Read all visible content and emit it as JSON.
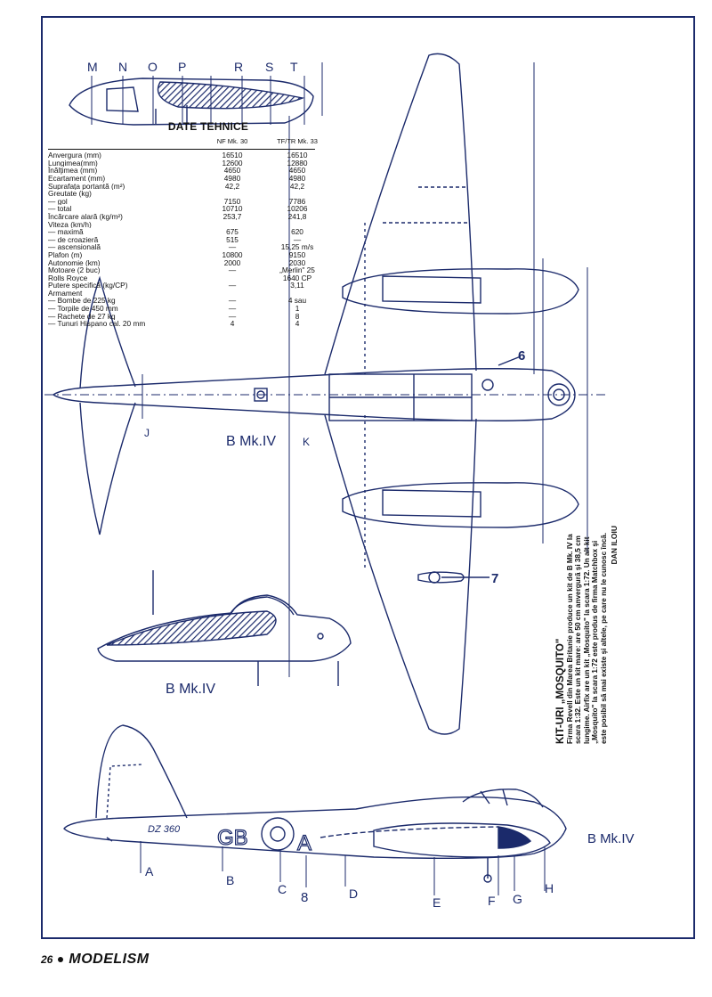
{
  "station_letters_top": [
    "M",
    "N",
    "O",
    "P",
    "R",
    "S",
    "T"
  ],
  "station_letters_side": [
    "A",
    "B",
    "C",
    "D",
    "E",
    "F",
    "G",
    "H"
  ],
  "side_markers_plan": [
    "J",
    "K"
  ],
  "callouts": [
    "6",
    "7",
    "8"
  ],
  "variant_labels": {
    "plan": "B Mk.IV",
    "front": "B Mk.IV",
    "side": "B Mk.IV"
  },
  "aircraft_markings": {
    "serial": "DZ 360",
    "code_left": "GB",
    "code_right": "A"
  },
  "tech": {
    "title": "DATE TEHNICE",
    "col1": "NF Mk. 30",
    "col2": "TF/TR Mk. 33",
    "rows": [
      {
        "label": "Anvergura (mm)",
        "v1": "16510",
        "v2": "16510"
      },
      {
        "label": "Lungimea(mm)",
        "v1": "12600",
        "v2": "12880"
      },
      {
        "label": "Înălţimea (mm)",
        "v1": "4650",
        "v2": "4650"
      },
      {
        "label": "Ecartament (mm)",
        "v1": "4980",
        "v2": "4980"
      },
      {
        "label": "Suprafaţa portantă (m²)",
        "v1": "42,2",
        "v2": "42,2"
      },
      {
        "label": "Greutate (kg)",
        "v1": "",
        "v2": ""
      },
      {
        "label": "— gol",
        "v1": "7150",
        "v2": "7786"
      },
      {
        "label": "— total",
        "v1": "10710",
        "v2": "10206"
      },
      {
        "label": "Încărcare alară (kg/m²)",
        "v1": "253,7",
        "v2": "241,8"
      },
      {
        "label": "Viteza (km/h)",
        "v1": "",
        "v2": ""
      },
      {
        "label": "— maximă",
        "v1": "675",
        "v2": "620"
      },
      {
        "label": "— de croazieră",
        "v1": "515",
        "v2": "—"
      },
      {
        "label": "— ascensională",
        "v1": "—",
        "v2": "15,25 m/s"
      },
      {
        "label": "Plafon (m)",
        "v1": "10800",
        "v2": "9150"
      },
      {
        "label": "Autonomie (km)",
        "v1": "2000",
        "v2": "2030"
      },
      {
        "label": "Motoare (2 buc)",
        "v1": "—",
        "v2": "„Merlin\" 25"
      },
      {
        "label": "Rolls Royce",
        "v1": "",
        "v2": "1640 CP"
      },
      {
        "label": "Putere specifică (kg/CP)",
        "v1": "—",
        "v2": "3,11"
      },
      {
        "label": "Armament",
        "v1": "",
        "v2": ""
      },
      {
        "label": "— Bombe de 225 kg",
        "v1": "—",
        "v2": "4 sau"
      },
      {
        "label": "— Torpile de 450 mm",
        "v1": "—",
        "v2": "1"
      },
      {
        "label": "— Rachete de 27 kg",
        "v1": "—",
        "v2": "8"
      },
      {
        "label": "— Tunuri Hispano cal. 20 mm",
        "v1": "4",
        "v2": "4"
      }
    ]
  },
  "article": {
    "heading": "KIT-URI „MOSQUITO\"",
    "body": "Firma Revell din Marea Britanie produce un kit de B Mk. IV la scara 1:32. Este un kit mare: are 50 cm anvergură şi 38,5 cm lungime. Airfix are un kit „Mosquito\" la scara 1:72. Un alt kit „Mosquito\" la scara 1:72 este produs de firma Matchbox şi este posibil să mai existe şi altele, pe care nu le cunosc încă.",
    "author": "DAN ILOIU"
  },
  "footer": {
    "page": "26",
    "magazine": "MODELISM"
  },
  "colors": {
    "ink": "#1b2a6b",
    "hatch": "#1b2a6b"
  }
}
